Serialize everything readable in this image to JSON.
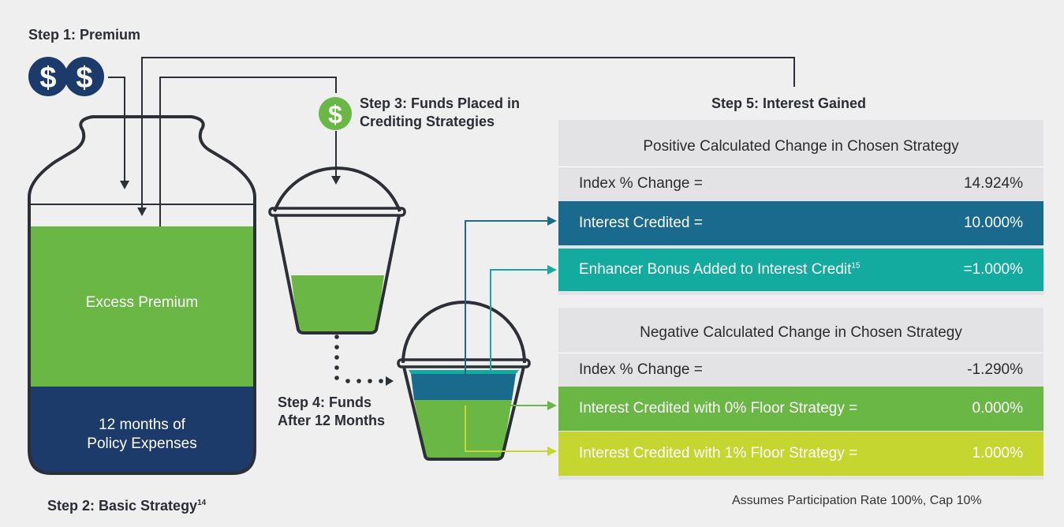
{
  "steps": {
    "step1": "Step 1: Premium",
    "step2": "Step 2: Basic Strategy",
    "step2_sup": "14",
    "step3_line1": "Step 3: Funds Placed in",
    "step3_line2": "Crediting Strategies",
    "step4_line1": "Step 4: Funds",
    "step4_line2": "After 12 Months",
    "step5": "Step 5: Interest Gained"
  },
  "jar": {
    "upper_label": "Excess Premium",
    "lower_line1": "12 months of",
    "lower_line2": "Policy Expenses"
  },
  "icons": {
    "premium": "dollar-coin-icon",
    "funds": "dollar-coin-icon"
  },
  "positive": {
    "title": "Positive Calculated Change in Chosen Strategy",
    "index_label": "Index % Change =",
    "index_value": "14.924%",
    "credited_label": "Interest Credited =",
    "credited_value": "10.000%",
    "bonus_label": "Enhancer Bonus Added to Interest Credit",
    "bonus_sup": "15",
    "bonus_value": "=1.000%"
  },
  "negative": {
    "title": "Negative Calculated Change in Chosen Strategy",
    "index_label": "Index % Change =",
    "index_value": "-1.290%",
    "floor0_label": "Interest Credited with 0% Floor Strategy =",
    "floor0_value": "0.000%",
    "floor1_label": "Interest Credited with 1% Floor Strategy =",
    "floor1_value": "1.000%"
  },
  "footnote": "Assumes Participation Rate 100%, Cap 10%",
  "colors": {
    "green": "#6ab745",
    "navy": "#1c3b6b",
    "blue_row": "#1a6a8d",
    "teal_row": "#13aa9f",
    "lime_row": "#c6d630",
    "outline": "#2c2f36"
  }
}
